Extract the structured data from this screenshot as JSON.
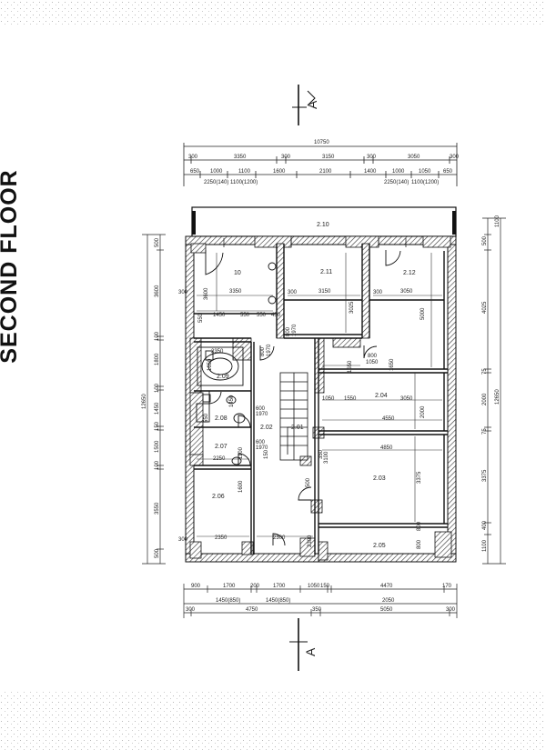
{
  "title": "SECOND FLOOR",
  "section_markers": [
    "A",
    "A"
  ],
  "rooms": {
    "r10": "10",
    "r201": "2.01",
    "r202": "2.02",
    "r203": "2.03",
    "r204": "2.04",
    "r205": "2.05",
    "r206": "2.06",
    "r207": "2.07",
    "r208": "2.08",
    "r209": "2.09",
    "r210": "2.10",
    "r211": "2.11",
    "r212": "2.12"
  },
  "top_dims": {
    "overall": "10750",
    "row2": [
      "300",
      "3350",
      "300",
      "3150",
      "300",
      "3050",
      "300"
    ],
    "row3": [
      "650",
      "1000",
      "1100",
      "1600",
      "2100",
      "1400",
      "1000",
      "1050",
      "650"
    ],
    "notes": [
      "2250(140)",
      "1100(1200)",
      "2250(140)",
      "1100(1200)"
    ]
  },
  "bottom_dims": {
    "row1": [
      "900",
      "1700",
      "200",
      "1700",
      "1050",
      "150",
      "4470",
      "170"
    ],
    "row2": [
      "1450(850)",
      "1450(850)",
      "2050"
    ],
    "row3": [
      "300",
      "4750",
      "350",
      "5050",
      "300"
    ]
  },
  "left_dims": {
    "overall": "12650",
    "parts": [
      "500",
      "3600",
      "100",
      "1800",
      "100",
      "1450",
      "150",
      "1500",
      "100",
      "3550",
      "500"
    ]
  },
  "right_dims": {
    "overall": "12650",
    "parts": [
      "500",
      "1100",
      "4025",
      "75",
      "2000",
      "75",
      "3375",
      "400",
      "1100"
    ]
  },
  "interior_dims": {
    "d01": "3350",
    "d02": "3600",
    "d03": "1450",
    "d04": "550",
    "d05": "550",
    "d06": "550",
    "d07": "450",
    "d08": "300",
    "d09": "3150",
    "d10": "300",
    "d11": "3025",
    "d12": "300",
    "d13": "3050",
    "d14": "5000",
    "d15": "800",
    "d16": "1970",
    "d17": "800",
    "d18": "1970",
    "d19": "2350",
    "d20": "1650",
    "d21": "800",
    "d22": "1050",
    "d23": "1650",
    "d24": "1650",
    "d25": "1050",
    "d26": "1550",
    "d27": "3050",
    "d28": "2000",
    "d29": "4550",
    "d30": "600",
    "d31": "1970",
    "d32": "600",
    "d33": "1970",
    "d34": "4850",
    "d35": "2250",
    "d36": "3375",
    "d37": "1600",
    "d38": "3100",
    "d39": "2350",
    "d40": "2300",
    "d41": "800",
    "d42": "2300",
    "d43": "500",
    "d44": "300",
    "d45": "800",
    "d46": "1100",
    "d47": "1450",
    "d48": "550",
    "d49": "150",
    "d50": "350"
  }
}
